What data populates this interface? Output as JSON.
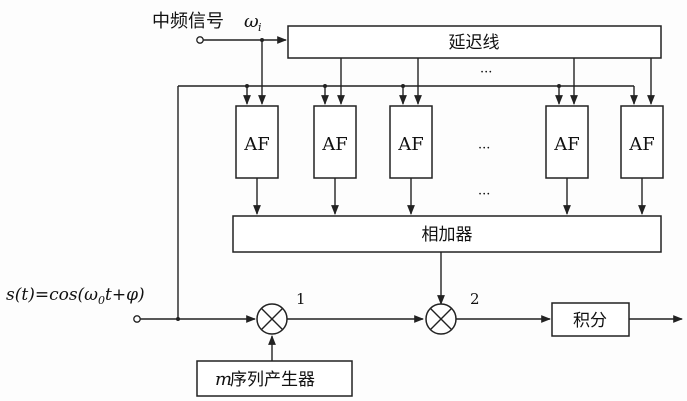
{
  "labels": {
    "if_signal_text": "中频信号",
    "if_signal_symbol": "ω",
    "if_signal_sub": "i",
    "delay_line": "延迟线",
    "af": "AF",
    "adder": "相加器",
    "integrator": "积分",
    "m_seq_prefix": "m",
    "m_seq_text": "序列产生器",
    "input_signal": "s(t)=cos(ω",
    "input_signal_sub": "0",
    "input_signal_tail": "t+φ)",
    "mixer1": "1",
    "mixer2": "2",
    "ellipsis": "···"
  }
}
